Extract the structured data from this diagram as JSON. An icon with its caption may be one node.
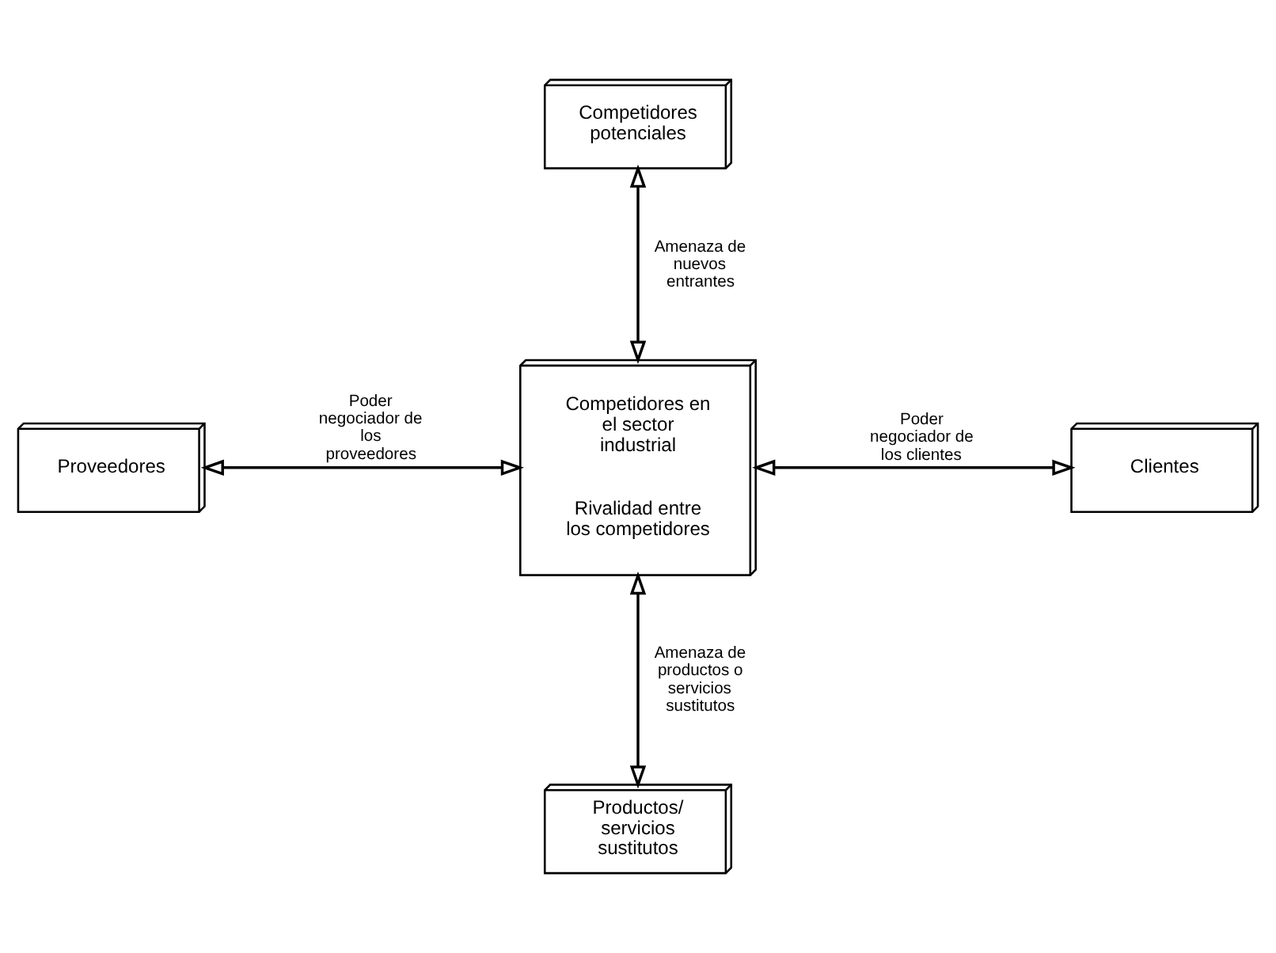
{
  "diagram": {
    "nodes": [
      {
        "text": [
          "Competidores potenciales"
        ]
      },
      {
        "text": [
          "Proveedores"
        ]
      },
      {
        "text": [
          "Competidores en el sector industrial",
          "Rivalidad entre los competidores"
        ]
      },
      {
        "text": [
          "Clientes"
        ]
      },
      {
        "text": [
          "Productos/ servicios sustitutos"
        ]
      }
    ],
    "edges": [
      {
        "from": 0,
        "to": 2,
        "arrow": "both",
        "label": "Amenaza de nuevos entrantes"
      },
      {
        "from": 1,
        "to": 2,
        "arrow": "both",
        "label": "Poder negociador de los proveedores"
      },
      {
        "from": 2,
        "to": 3,
        "arrow": "both",
        "label": "Poder negociador de los clientes"
      },
      {
        "from": 2,
        "to": 4,
        "arrow": "both",
        "label": "Amenaza de productos o servicios sustitutos"
      }
    ]
  }
}
